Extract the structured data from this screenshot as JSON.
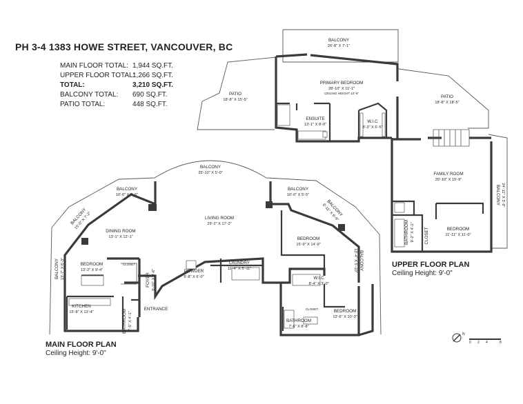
{
  "header": {
    "address": "PH 3-4 1383 HOWE STREET, VANCOUVER, BC"
  },
  "totals": [
    {
      "label": "MAIN FLOOR TOTAL:",
      "value": "1,944 SQ.FT."
    },
    {
      "label": "UPPER FLOOR TOTAL:",
      "value": "1,266 SQ.FT."
    },
    {
      "label": "TOTAL:",
      "value": "3,210 SQ.FT."
    },
    {
      "label": "BALCONY TOTAL:",
      "value": "690 SQ.FT."
    },
    {
      "label": "PATIO TOTAL:",
      "value": "448 SQ.FT."
    }
  ],
  "main_floor": {
    "title": "MAIN FLOOR PLAN",
    "ceiling": "Ceiling Height: 9'-0\"",
    "rooms": {
      "balcony_arc": {
        "name": "BALCONY",
        "dims": "25'-10\" X 5'-0\""
      },
      "balcony_nw": {
        "name": "BALCONY",
        "dims": "10'-6\" X 5'-6\""
      },
      "balcony_ne": {
        "name": "BALCONY",
        "dims": "10'-0\" X 5'-5\""
      },
      "balcony_w1": {
        "name": "BALCONY",
        "dims": "15'-0\" X 7'-2\""
      },
      "balcony_w2": {
        "name": "BALCONY",
        "dims": "13'-7\" X 6'-3\""
      },
      "balcony_e1": {
        "name": "BALCONY",
        "dims": "8'-11\" X 6'-9\""
      },
      "balcony_e2": {
        "name": "BALCONY",
        "dims": "13'-4\" X 5'-10\""
      },
      "dining": {
        "name": "DINING ROOM",
        "dims": "13'-1\" X 12'-1\""
      },
      "living": {
        "name": "LIVING ROOM",
        "dims": "29'-2\" X 17'-2\""
      },
      "bedroom_w": {
        "name": "BEDROOM",
        "dims": "13'-2\" X 9'-4\""
      },
      "closet_w": {
        "name": "CLOSET"
      },
      "foyer": {
        "name": "FOYER",
        "dims": "9'-10\" X 9'-6\""
      },
      "powder": {
        "name": "POWDER",
        "dims": "6'-8\" X 6'-0\""
      },
      "laundry": {
        "name": "LAUNDRY",
        "dims": "11'-4\" X 5'-11\""
      },
      "kitchen": {
        "name": "KITCHEN",
        "dims": "15'-8\" X 13'-4\""
      },
      "bathroom_m": {
        "name": "BATHROOM",
        "dims": "7'-5\" X 4'-1\""
      },
      "entrance": {
        "name": "ENTRANCE"
      },
      "bedroom_e": {
        "name": "BEDROOM",
        "dims": "15'-9\" X 14'-9\""
      },
      "wic_e": {
        "name": "W.I.C",
        "dims": "8'-4\" X 3'-0\""
      },
      "bedroom_se": {
        "name": "BEDROOM",
        "dims": "12'-6\" X 10'-3\""
      },
      "bathroom_se": {
        "name": "BATHROOM",
        "dims": "7'-6\" X 8'-8\""
      },
      "closet_se": {
        "name": "CLOSET"
      }
    }
  },
  "upper_floor": {
    "title": "UPPER FLOOR PLAN",
    "ceiling": "Ceiling Height: 9'-0\"",
    "rooms": {
      "balcony_top": {
        "name": "BALCONY",
        "dims": "26'-8\" X 7'-1\""
      },
      "patio_w": {
        "name": "PATIO",
        "dims": "18'-8\" X 15'-5\""
      },
      "primary": {
        "name": "PRIMARY BEDROOM",
        "dims": "28'-10\" X 11'-1\"",
        "note": "CEILING HEIGHT 14'-6\""
      },
      "ensuite": {
        "name": "ENSUITE",
        "dims": "13'-1\" X 8'-0\""
      },
      "wic": {
        "name": "W.I.C",
        "dims": "8'-3\" X 6'-5\""
      },
      "patio_e": {
        "name": "PATIO",
        "dims": "18'-8\" X 18'-5\""
      },
      "family": {
        "name": "FAMILY ROOM",
        "dims": "20'-10\" X 15'-9\""
      },
      "balcony_e": {
        "name": "BALCONY",
        "dims": "24'-11\" X 3'-9\""
      },
      "bathroom": {
        "name": "BATHROOM",
        "dims": "9'-2\" X 4'-1\""
      },
      "closet": {
        "name": "CLOSET"
      },
      "bedroom": {
        "name": "BEDROOM",
        "dims": "11'-11\" X 11'-0\""
      }
    }
  },
  "compass": {
    "label": "N"
  },
  "scale": {
    "ticks": [
      "0",
      "2",
      "4",
      "8"
    ]
  }
}
